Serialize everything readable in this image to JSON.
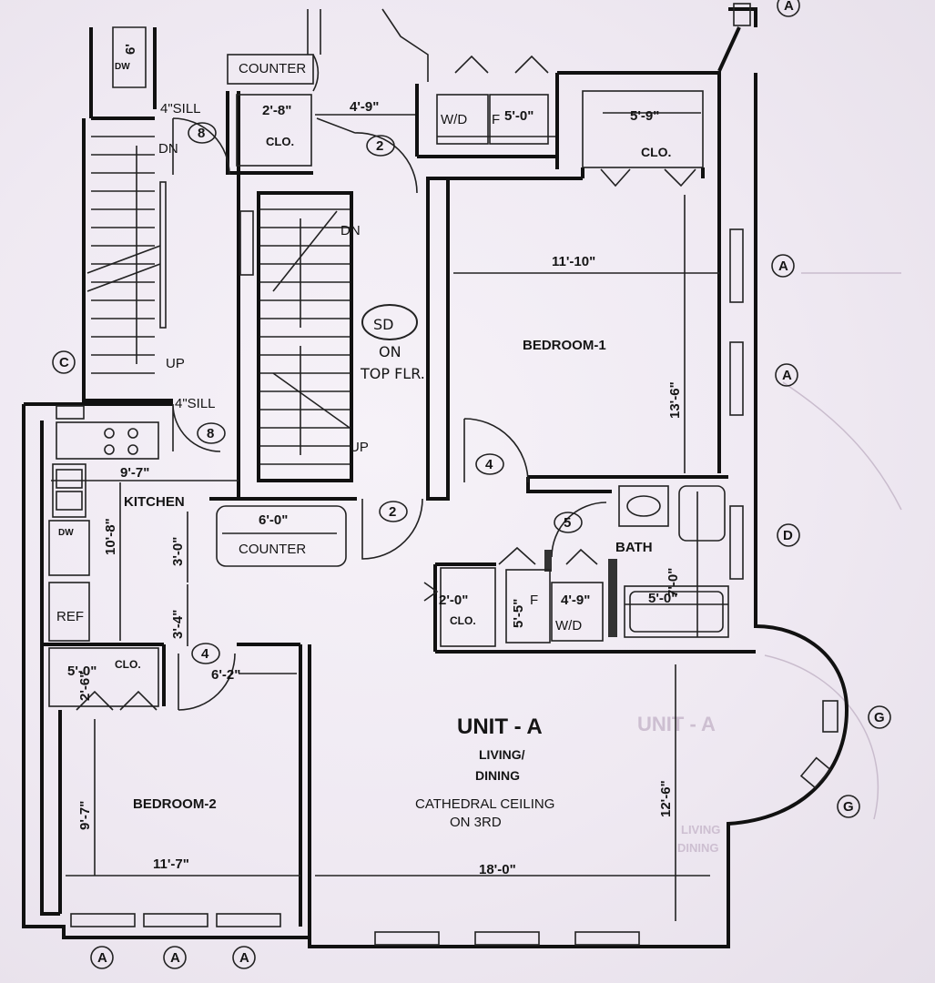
{
  "plan": {
    "unit_title": "UNIT - A",
    "living_label": "LIVING/",
    "dining_label": "DINING",
    "ceiling_line1": "CATHEDRAL CEILING",
    "ceiling_line2": "ON 3RD",
    "sd_label": "SD",
    "sd_on": "ON",
    "sd_top": "TOP FLR.",
    "rooms": {
      "bedroom1": "BEDROOM-1",
      "bedroom2": "BEDROOM-2",
      "kitchen": "KITCHEN",
      "bath": "BATH",
      "clo": "CLO.",
      "counter": "COUNTER",
      "ref": "REF",
      "dw": "DW",
      "wd": "W/D",
      "f": "F"
    },
    "stairs": {
      "dn": "DN",
      "up": "UP"
    },
    "sills": {
      "sill": "4\"SILL"
    },
    "dimensions": {
      "bed1_width": "11'-10\"",
      "bed1_depth": "13'-6\"",
      "bed2_width": "11'-7\"",
      "bed2_depth": "9'-7\"",
      "living_width": "18'-0\"",
      "living_depth": "12'-6\"",
      "kitchen_width": "9'-7\"",
      "kitchen_depth": "10'-8\"",
      "counter_width": "6'-0\"",
      "counter_gap1": "3'-0\"",
      "counter_gap2": "3'-4\"",
      "hall_width": "6'-2\"",
      "closet_top": "2'-8\"",
      "hall_top": "4'-9\"",
      "clo_bed1": "5'-9\"",
      "bath_width": "7'-0\"",
      "tub": "5'-0\"",
      "clo_small": "2'-0\"",
      "clo_bed2": "5'-0\"",
      "wd_top": "5'-0\"",
      "wd_mid": "4'-9\"",
      "f_dim": "5'-5\"",
      "dw_top": "6'",
      "clo_bed2_depth": "2'-6\""
    },
    "door_tags": [
      "8",
      "2",
      "8",
      "2",
      "4",
      "5",
      "4"
    ],
    "grid_tags": [
      "A",
      "A",
      "A",
      "A",
      "A",
      "A",
      "C",
      "D",
      "G",
      "G"
    ],
    "ghost_text": {
      "unit": "UNIT - A",
      "living": "LIVING",
      "dining": "DINING"
    }
  }
}
